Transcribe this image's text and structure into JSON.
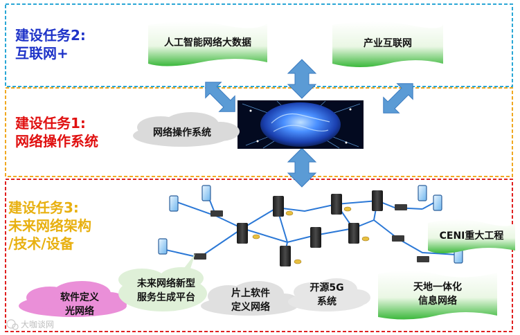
{
  "tasks": {
    "task2": {
      "line1": "建设任务2:",
      "line2": "互联网+"
    },
    "task1": {
      "line1": "建设任务1:",
      "line2": "网络操作系统"
    },
    "task3": {
      "line1": "建设任务3:",
      "line2": "未来网络架构",
      "line3": "/技术/设备"
    }
  },
  "flags": {
    "ai_bigdata": "人工智能网络大数据",
    "industrial_internet": "产业互联网",
    "ceni": "CENI重大工程",
    "space_ground_line1": "天地一体化",
    "space_ground_line2": "信息网络"
  },
  "clouds": {
    "netos": "网络操作系统",
    "optical_line1": "软件定义",
    "optical_line2": "光网络",
    "service_line1": "未来网络新型",
    "service_line2": "服务生成平台",
    "onchip_line1": "片上软件",
    "onchip_line2": "定义网络",
    "open5g_line1": "开源5G",
    "open5g_line2": "系统"
  },
  "watermark": "大咖谈网",
  "colors": {
    "task2_border": "#2aa7d6",
    "task1_border": "#f0a820",
    "task3_border": "#e02020",
    "flag_green": "#3cb83c",
    "arrow_blue": "#5b9bd5",
    "brain_blue": "#2a6cf0"
  }
}
